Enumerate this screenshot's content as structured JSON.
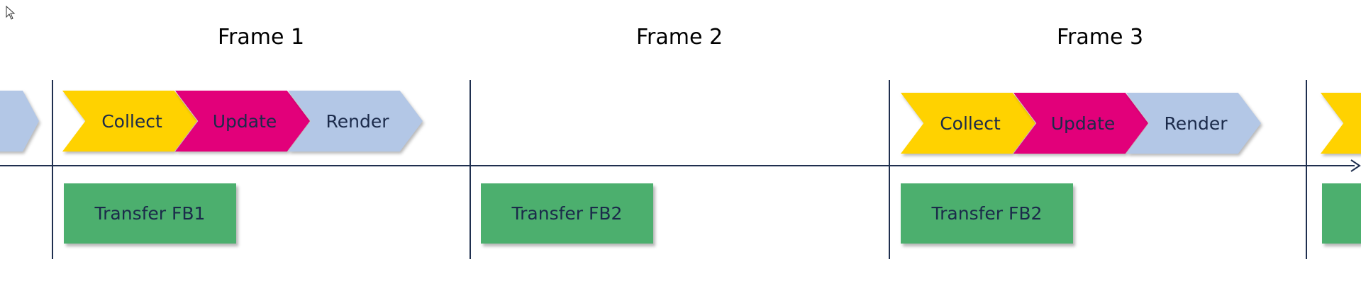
{
  "frames": [
    {
      "title": "Frame 1"
    },
    {
      "title": "Frame 2"
    },
    {
      "title": "Frame 3"
    }
  ],
  "stages": {
    "collect": "Collect",
    "update": "Update",
    "render": "Render"
  },
  "transfers": [
    "Transfer FB1",
    "Transfer FB2",
    "Transfer FB2"
  ],
  "colors": {
    "collect": "#ffd200",
    "update": "#e2007a",
    "render": "#b3c7e6",
    "transfer": "#4caf6e",
    "axis": "#1f2f4f",
    "label_text": "#1b2a4a"
  },
  "icons": {
    "cursor": "mouse-pointer-icon",
    "timeline_end": "arrow-right-icon"
  }
}
